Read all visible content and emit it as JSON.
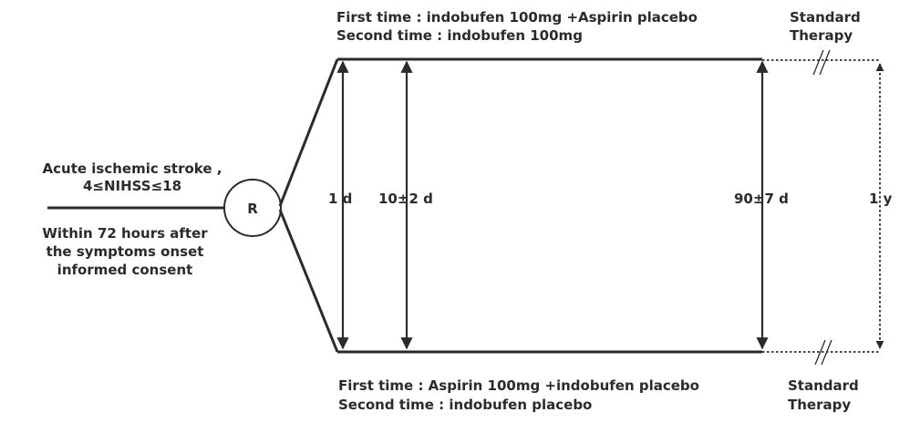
{
  "entry": {
    "criteria_line1": "Acute ischemic stroke ,",
    "criteria_line2": "4≤NIHSS≤18",
    "timing_line1": "Within 72 hours after",
    "timing_line2": "the symptoms onset",
    "timing_line3": "informed consent"
  },
  "randomization": {
    "label": "R"
  },
  "upper_arm": {
    "line1": "First time : indobufen 100mg +Aspirin placebo",
    "line2": "Second time : indobufen 100mg",
    "followup_line1": "Standard",
    "followup_line2": "Therapy"
  },
  "lower_arm": {
    "line1": "First time : Aspirin 100mg +indobufen placebo",
    "line2": "Second time : indobufen placebo",
    "followup_line1": "Standard",
    "followup_line2": "Therapy"
  },
  "timepoints": {
    "t1": "1 d",
    "t2": "10±2 d",
    "t3": "90±7 d",
    "t4": "1 y"
  },
  "colors": {
    "ink": "#2b2b2b",
    "background": "#ffffff"
  }
}
